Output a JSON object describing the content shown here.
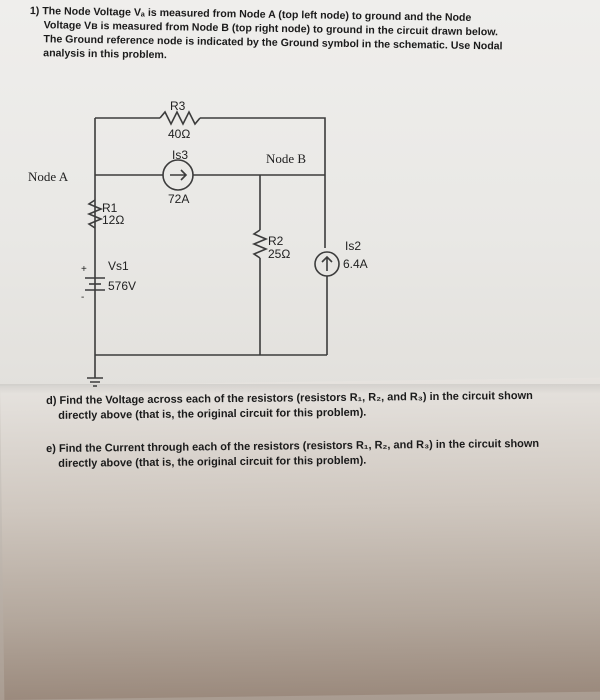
{
  "problem": {
    "number": "1)",
    "line1": "The Node Voltage Vₐ is measured from Node A (top left node) to ground and the Node",
    "line2": "Voltage Vʙ is measured from Node B (top right node) to ground in the circuit drawn below.",
    "line3": "The Ground reference node is indicated by the Ground symbol in the schematic. Use Nodal",
    "line4": "analysis in this problem."
  },
  "circuit": {
    "node_a_label": "Node A",
    "node_b_label": "Node B",
    "r3_name": "R3",
    "r3_value": "40Ω",
    "is3_name": "Is3",
    "is3_value": "72A",
    "r1_name": "R1",
    "r1_value": "12Ω",
    "vs1_name": "Vs1",
    "vs1_value": "576V",
    "vs1_plus": "+",
    "vs1_minus": "-",
    "r2_name": "R2",
    "r2_value": "25Ω",
    "is2_name": "Is2",
    "is2_value": "6.4A"
  },
  "questions": {
    "d_line1": "d) Find the Voltage across each of the resistors (resistors R₁, R₂, and R₃) in the circuit shown",
    "d_line2": "directly above (that is, the original circuit for this problem).",
    "e_line1": "e) Find the Current through each of the resistors (resistors R₁, R₂, and R₃) in the circuit shown",
    "e_line2": "directly above (that is, the original circuit for this problem)."
  }
}
